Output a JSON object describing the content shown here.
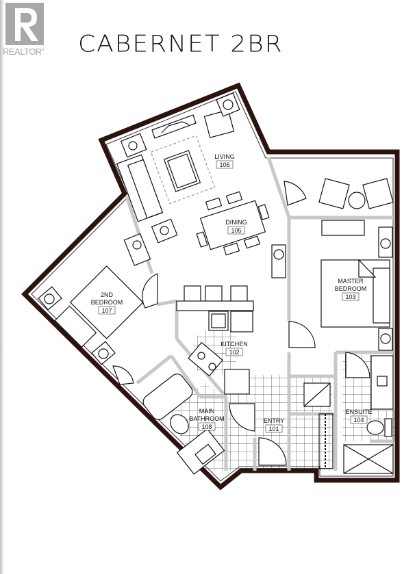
{
  "header": {
    "title": "CABERNET 2BR",
    "logo_text": "REALTOR",
    "logo_mark": "®"
  },
  "colors": {
    "exterior_wall": "#2b1410",
    "interior_wall": "#c8c8c8",
    "line": "#111111",
    "background": "#ffffff",
    "logo_gray": "#a8a8a8"
  },
  "rooms": [
    {
      "name": "LIVING",
      "number": "106"
    },
    {
      "name": "DINING",
      "number": "105"
    },
    {
      "name": "MASTER",
      "name2": "BEDROOM",
      "number": "103"
    },
    {
      "name": "2ND",
      "name2": "BEDROOM",
      "number": "107"
    },
    {
      "name": "KITCHEN",
      "number": "102"
    },
    {
      "name": "MAIN",
      "name2": "BATHROOM",
      "number": "108"
    },
    {
      "name": "ENTRY",
      "number": "101"
    },
    {
      "name": "ENSUITE",
      "number": "104"
    }
  ]
}
